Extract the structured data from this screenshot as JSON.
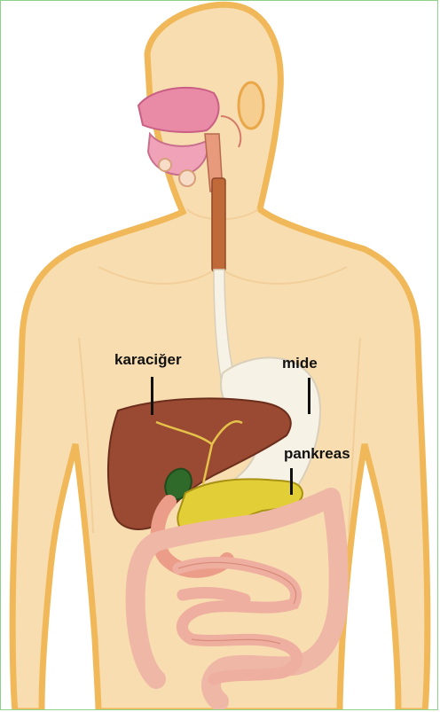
{
  "labels": {
    "liver": "karaciğer",
    "stomach": "mide",
    "pancreas": "pankreas"
  },
  "colors": {
    "frame": "#8fd08b",
    "skin": "#f8ddb0",
    "skin_edge": "#f0b858",
    "liver": "#9a4a32",
    "stomach": "#f7f2e6",
    "pancreas": "#e2cf38",
    "intestine": "#efb7a6",
    "esophagus": "#c06a3a",
    "label_text": "#111111"
  }
}
